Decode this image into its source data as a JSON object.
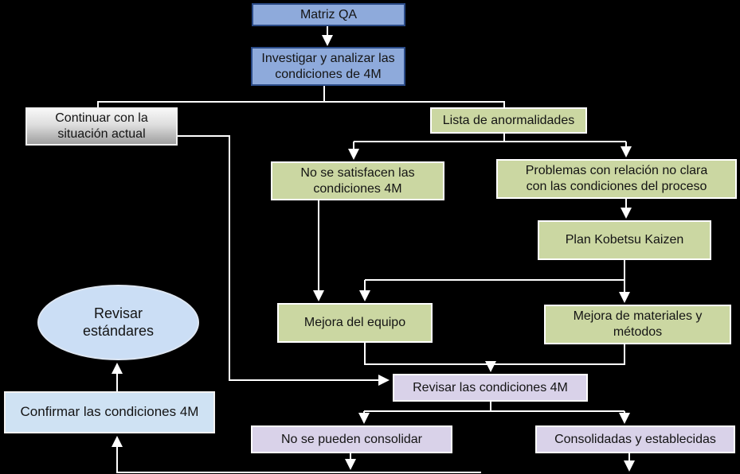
{
  "diagram": {
    "type": "flowchart",
    "language": "es",
    "background": "#000000"
  },
  "colors": {
    "background": "#000000",
    "connector": "#ffffff",
    "text": "#141414",
    "blue_fill": "#8eaadb",
    "blue_border": "#2a4a86",
    "light_blue_fill": "#cfe2f3",
    "green_fill": "#cbd7a2",
    "purple_fill": "#d9d2e9",
    "gray_fill_top": "#f7f7f7",
    "gray_fill_bottom": "#9f9f9f",
    "light_border": "#ffffff"
  },
  "nodes": {
    "matriz_qa": {
      "label": "Matriz QA",
      "shape": "rect",
      "style": "blue"
    },
    "investigar": {
      "label": "Investigar y analizar las\ncondiciones de 4M",
      "shape": "rect",
      "style": "blue"
    },
    "continuar": {
      "label": "Continuar con la\nsituación actual",
      "shape": "rect",
      "style": "gray"
    },
    "lista": {
      "label": "Lista de anormalidades",
      "shape": "rect",
      "style": "green"
    },
    "no_satisfacen": {
      "label": "No se satisfacen las\ncondiciones 4M",
      "shape": "rect",
      "style": "green"
    },
    "problemas": {
      "label": "Problemas con relación no clara\ncon las condiciones del proceso",
      "shape": "rect",
      "style": "green"
    },
    "plan_kobetsu": {
      "label": "Plan Kobetsu Kaizen",
      "shape": "rect",
      "style": "green"
    },
    "mejora_equipo": {
      "label": "Mejora del equipo",
      "shape": "rect",
      "style": "green"
    },
    "mejora_materiales": {
      "label": "Mejora de materiales y\nmétodos",
      "shape": "rect",
      "style": "green"
    },
    "revisar_condiciones": {
      "label": "Revisar las condiciones 4M",
      "shape": "rect",
      "style": "purple"
    },
    "no_consolidar": {
      "label": "No se pueden consolidar",
      "shape": "rect",
      "style": "purple"
    },
    "consolidadas": {
      "label": "Consolidadas y establecidas",
      "shape": "rect",
      "style": "purple"
    },
    "revisar_estandares": {
      "label": "Revisar\nestándares",
      "shape": "ellipse",
      "style": "lightblue"
    },
    "confirmar": {
      "label": "Confirmar las condiciones 4M",
      "shape": "rect",
      "style": "lightblue"
    }
  },
  "edges": [
    {
      "from": "matriz_qa",
      "to": "investigar",
      "arrow": true
    },
    {
      "from": "investigar",
      "to": "continuar",
      "arrow": false
    },
    {
      "from": "investigar",
      "to": "lista",
      "arrow": false
    },
    {
      "from": "lista",
      "to": "no_satisfacen",
      "arrow": true
    },
    {
      "from": "lista",
      "to": "problemas",
      "arrow": true
    },
    {
      "from": "problemas",
      "to": "plan_kobetsu",
      "arrow": true
    },
    {
      "from": "no_satisfacen",
      "to": "mejora_equipo",
      "arrow": true
    },
    {
      "from": "plan_kobetsu",
      "to": "mejora_equipo",
      "arrow": true
    },
    {
      "from": "plan_kobetsu",
      "to": "mejora_materiales",
      "arrow": true
    },
    {
      "from": "mejora_equipo",
      "to": "revisar_condiciones",
      "arrow": true
    },
    {
      "from": "mejora_materiales",
      "to": "revisar_condiciones",
      "arrow": true
    },
    {
      "from": "continuar",
      "to": "revisar_condiciones",
      "arrow": true
    },
    {
      "from": "revisar_condiciones",
      "to": "no_consolidar",
      "arrow": true
    },
    {
      "from": "revisar_condiciones",
      "to": "consolidadas",
      "arrow": true
    },
    {
      "from": "no_consolidar",
      "to": "confirmar",
      "arrow": true
    },
    {
      "from": "consolidadas",
      "to": "exit-bottom",
      "arrow": true
    },
    {
      "from": "confirmar",
      "to": "revisar_estandares",
      "arrow": true
    }
  ]
}
